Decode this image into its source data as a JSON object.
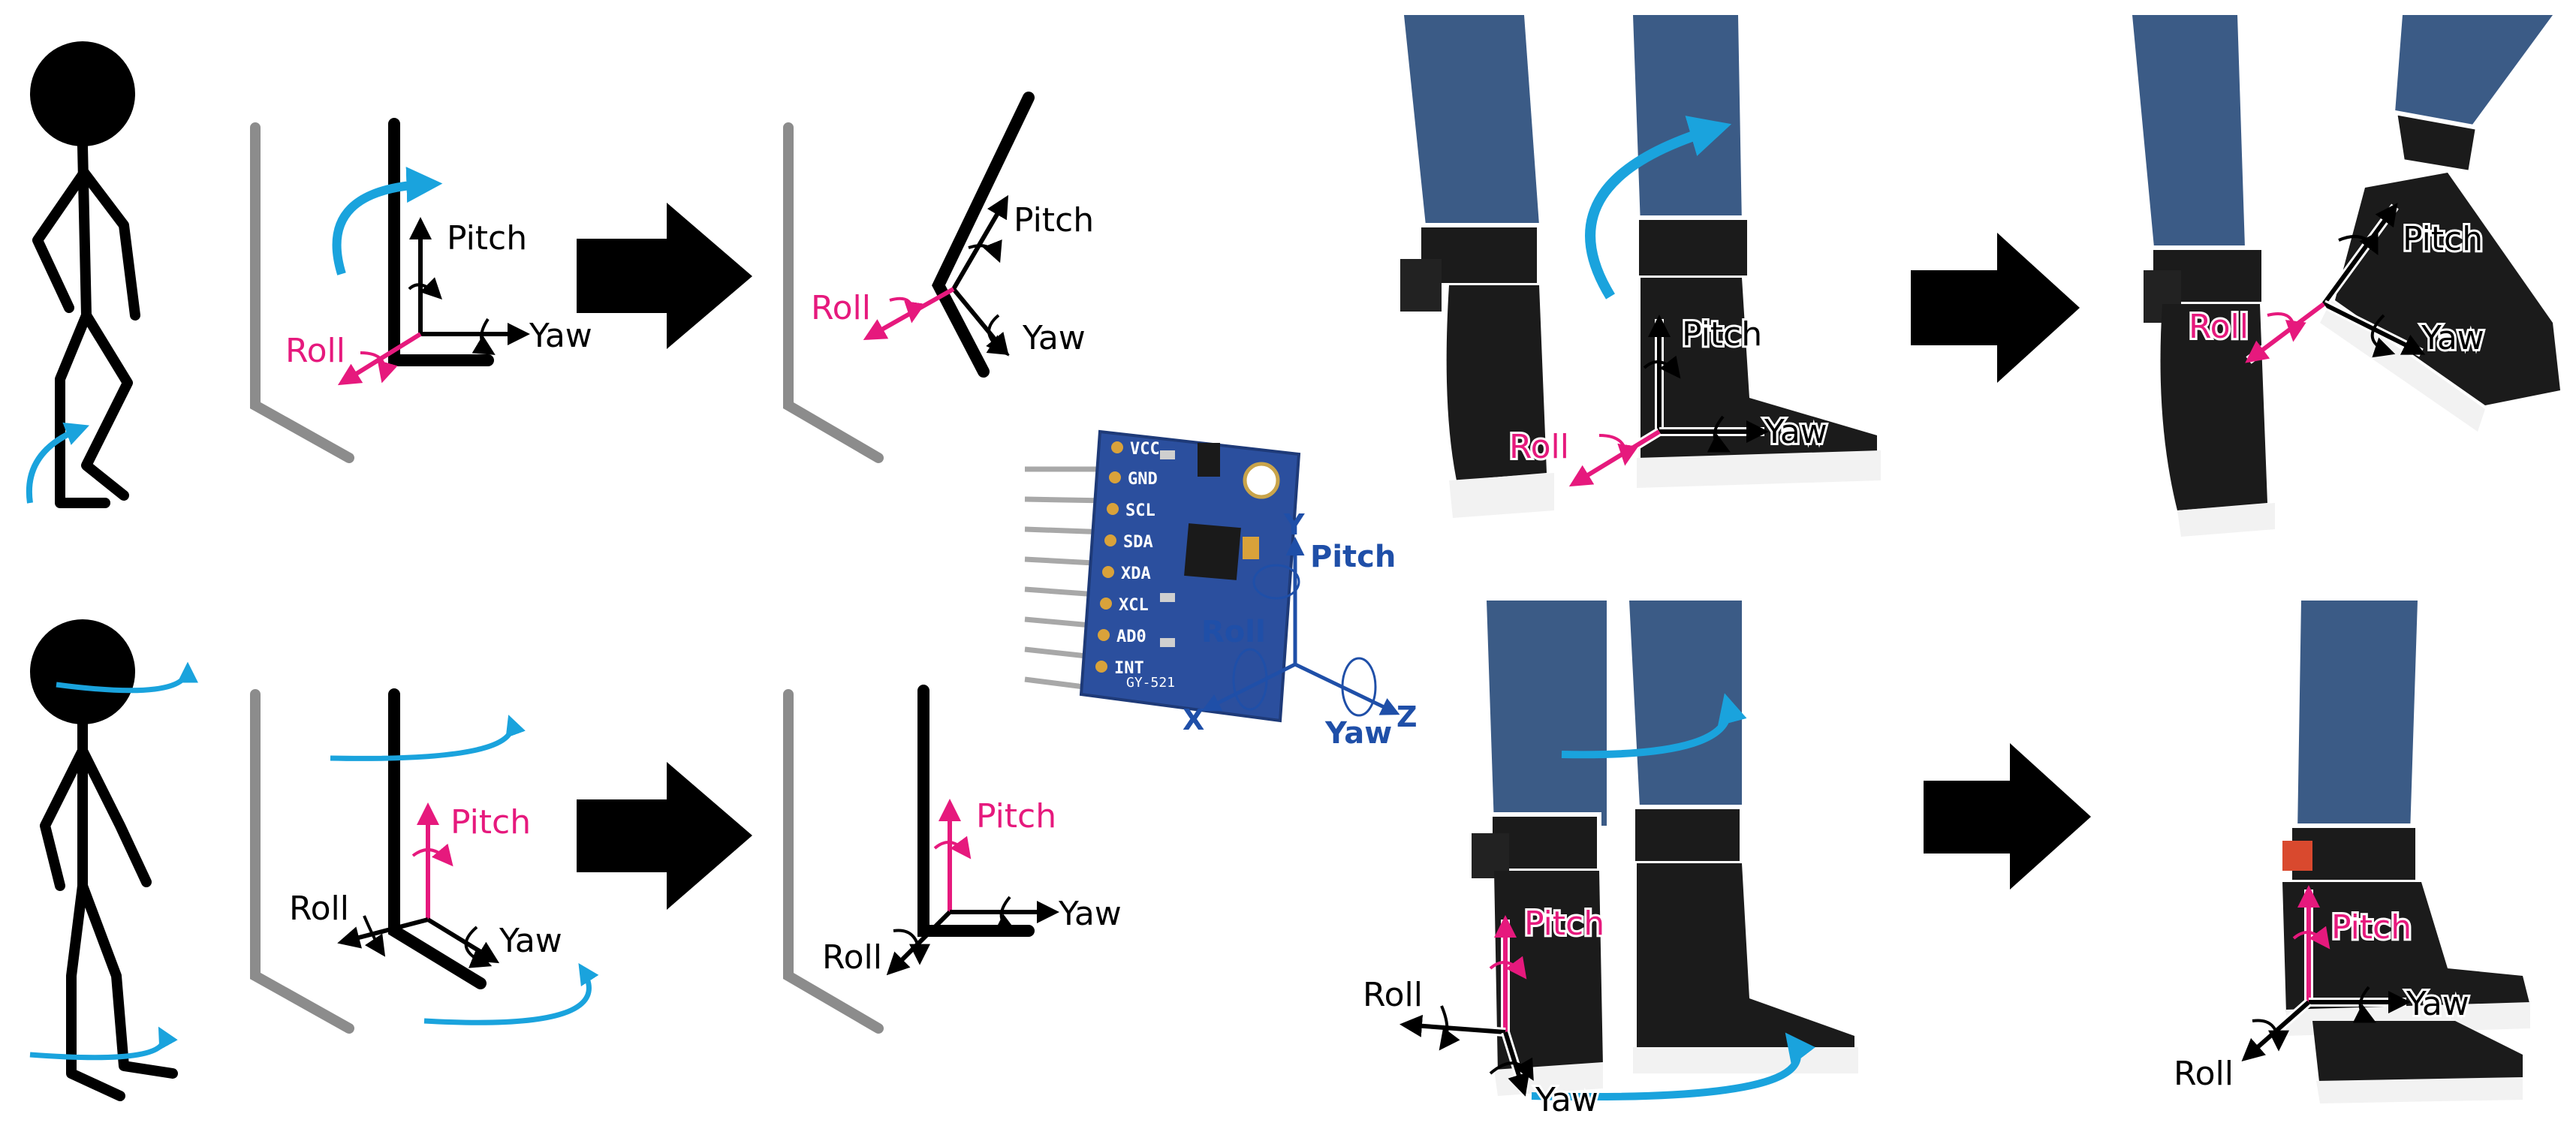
{
  "colors": {
    "roll_pink": "#e6197d",
    "motion_blue": "#1aa3dd",
    "sensor_text": "#1f4fa8",
    "axis_black": "#000000",
    "wall_gray": "#8c8c8c",
    "board_blue": "#2b4f9e",
    "jeans": "#3b5b86",
    "shoe": "#1b1b1b",
    "sole": "#f2f2f2"
  },
  "axis_labels": {
    "roll": "Roll",
    "pitch": "Pitch",
    "yaw": "Yaw"
  },
  "sensor": {
    "pins": [
      "VCC",
      "GND",
      "SCL",
      "SDA",
      "XDA",
      "XCL",
      "AD0",
      "INT"
    ],
    "model": "GY-521",
    "axis_x": "X",
    "axis_y": "Y",
    "axis_z": "Z",
    "label_pitch": "Pitch",
    "label_roll": "Roll",
    "label_yaw": "Yaw"
  },
  "icons": [
    "stick-figure-icon",
    "direction-arrow-icon",
    "rotation-arrow-icon",
    "ankle-sensor-icon"
  ]
}
